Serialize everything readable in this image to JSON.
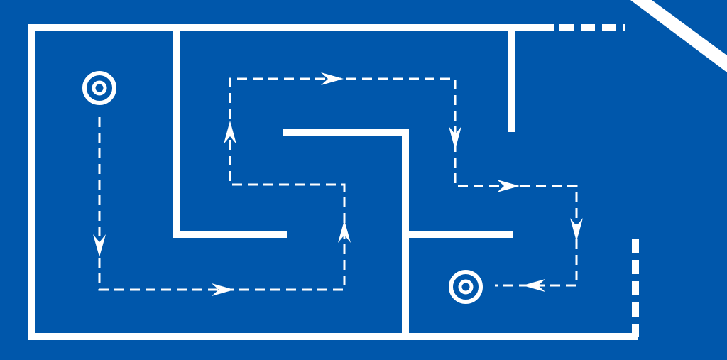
{
  "colors": {
    "background": "#0057AB",
    "line": "#FFFFFF"
  },
  "diagram": {
    "kind": "maze",
    "elements": [
      "start-marker",
      "end-marker",
      "route-path",
      "direction-arrows",
      "maze-walls",
      "exit-gap-top",
      "exit-gap-right"
    ]
  }
}
